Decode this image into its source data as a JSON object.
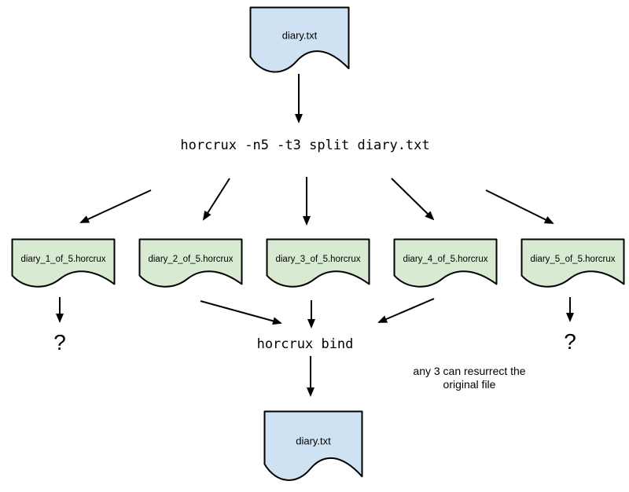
{
  "diagram": {
    "source_file": {
      "label": "diary.txt",
      "fill": "#cfe2f3"
    },
    "split_command": "horcrux -n5 -t3 split diary.txt",
    "files": [
      {
        "label": "diary_1_of_5.horcrux",
        "fill": "#d9ead3"
      },
      {
        "label": "diary_2_of_5.horcrux",
        "fill": "#d9ead3"
      },
      {
        "label": "diary_3_of_5.horcrux",
        "fill": "#d9ead3"
      },
      {
        "label": "diary_4_of_5.horcrux",
        "fill": "#d9ead3"
      },
      {
        "label": "diary_5_of_5.horcrux",
        "fill": "#d9ead3"
      }
    ],
    "bind_command": "horcrux bind",
    "question_mark_left": "?",
    "question_mark_right": "?",
    "note": {
      "line1": "any 3 can resurrect the",
      "line2": "original file"
    },
    "result_file": {
      "label": "diary.txt",
      "fill": "#cfe2f3"
    },
    "colors": {
      "document_blue": "#cfe2f3",
      "document_green": "#d9ead3",
      "stroke": "#000000",
      "text": "#000000",
      "background": "#ffffff"
    },
    "edges": [
      {
        "from": "source-file",
        "to": "split-command"
      },
      {
        "from": "split-command",
        "to": "file-1"
      },
      {
        "from": "split-command",
        "to": "file-2"
      },
      {
        "from": "split-command",
        "to": "file-3"
      },
      {
        "from": "split-command",
        "to": "file-4"
      },
      {
        "from": "split-command",
        "to": "file-5"
      },
      {
        "from": "file-1",
        "to": "question-mark-left"
      },
      {
        "from": "file-2",
        "to": "bind-command"
      },
      {
        "from": "file-3",
        "to": "bind-command"
      },
      {
        "from": "file-4",
        "to": "bind-command"
      },
      {
        "from": "file-5",
        "to": "question-mark-right"
      },
      {
        "from": "bind-command",
        "to": "result-file"
      }
    ]
  }
}
